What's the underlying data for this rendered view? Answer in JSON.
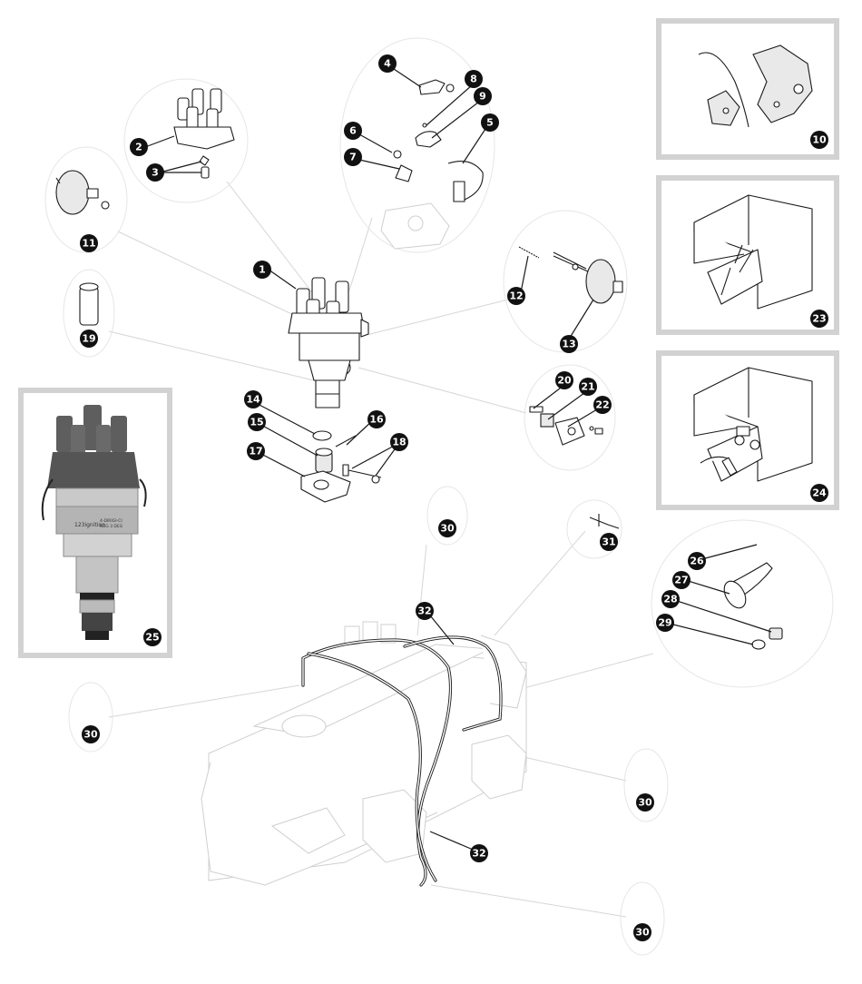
{
  "callouts": {
    "c1": "1",
    "c2": "2",
    "c3": "3",
    "c4": "4",
    "c5": "5",
    "c6": "6",
    "c7": "7",
    "c8": "8",
    "c9": "9",
    "c10": "10",
    "c11": "11",
    "c12": "12",
    "c13": "13",
    "c14": "14",
    "c15": "15",
    "c16": "16",
    "c17": "17",
    "c18": "18",
    "c19": "19",
    "c20": "20",
    "c21": "21",
    "c22": "22",
    "c23": "23",
    "c24": "24",
    "c25": "25",
    "c26": "26",
    "c27": "27",
    "c28": "28",
    "c29": "29",
    "c30a": "30",
    "c30b": "30",
    "c30c": "30",
    "c30d": "30",
    "c31": "31",
    "c32a": "32",
    "c32b": "32"
  },
  "product_label": {
    "brand": "123ignition",
    "line1": "4-DIRIGI-CI",
    "line2": "NEG 3 DEG"
  },
  "colors": {
    "callout": "#111111",
    "frame": "#d2d2d2",
    "line": "#1a1a1a",
    "leader": "#d6d6d6",
    "cap_dark": "#5e5e5e"
  }
}
